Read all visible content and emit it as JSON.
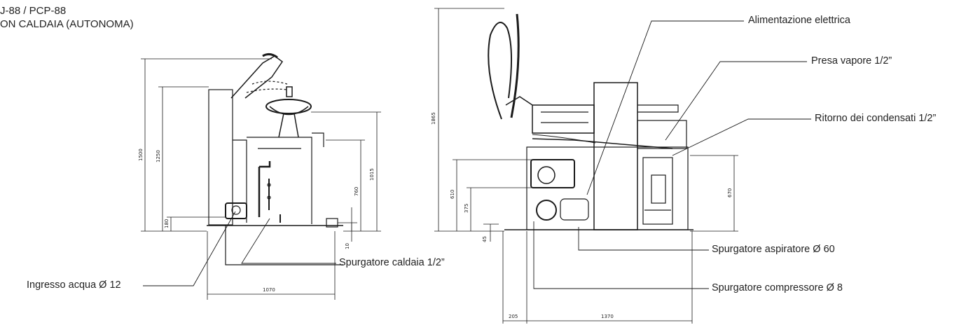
{
  "title": {
    "line1": "J-88 / PCP-88",
    "line2": "ON CALDAIA (AUTONOMA)"
  },
  "labels": {
    "alimentazione": "Alimentazione elettrica",
    "presa_vapore": "Presa vapore 1/2”",
    "ritorno_condensati": "Ritorno dei condensati 1/2”",
    "spurgatore_aspiratore": "Spurgatore aspiratore Ø 60",
    "spurgatore_compressore": "Spurgatore compressore Ø 8",
    "spurgatore_caldaia": "Spurgatore caldaia 1/2”",
    "ingresso_acqua": "Ingresso acqua Ø 12"
  },
  "dimensions_side": {
    "overall_height": "1500",
    "height_1250": "1250",
    "height_1015": "1015",
    "height_760": "760",
    "height_180": "180",
    "offset_10": "10",
    "depth": "1070"
  },
  "dimensions_front": {
    "overall_height": "1865",
    "height_610": "610",
    "height_375": "375",
    "height_670": "670",
    "offset_45": "45",
    "left_offset": "205",
    "width": "1370"
  }
}
